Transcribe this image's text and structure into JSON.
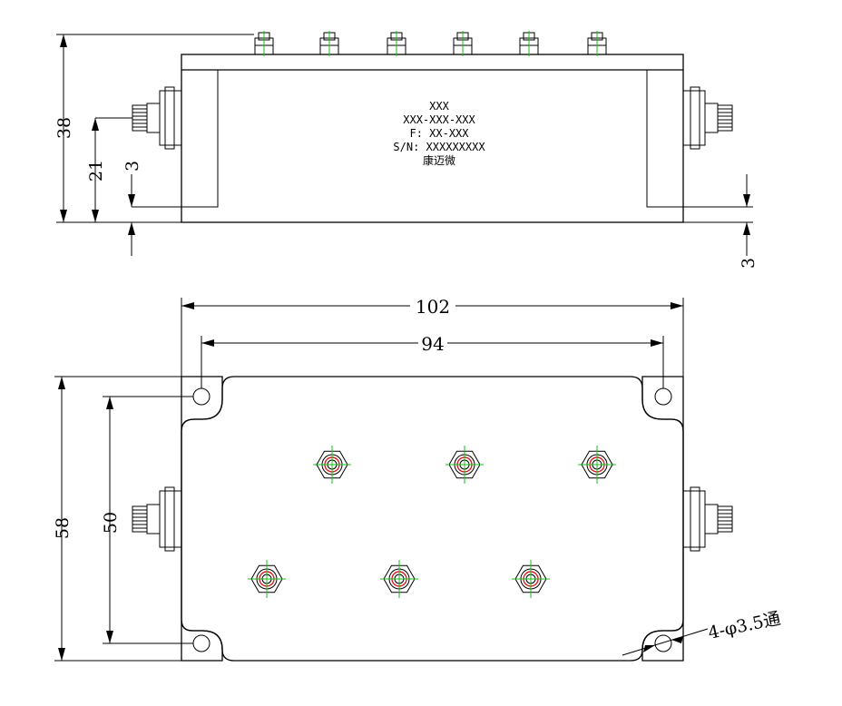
{
  "label_lines": [
    "XXX",
    "XXX-XXX-XXX",
    "F: XX-XXX",
    "S/N: XXXXXXXXX",
    "康迈微"
  ],
  "dimensions": {
    "height_38": "38",
    "height_21": "21",
    "flange_3_left": "3",
    "flange_3_right": "3",
    "length_102": "102",
    "hole_spacing_94": "94",
    "width_58": "58",
    "hole_spacing_50": "50",
    "hole_callout": "4-φ3.5通"
  },
  "colors": {
    "outline": "#000000",
    "centerline": "#1bbf1b",
    "port_ring": "#d42020"
  }
}
